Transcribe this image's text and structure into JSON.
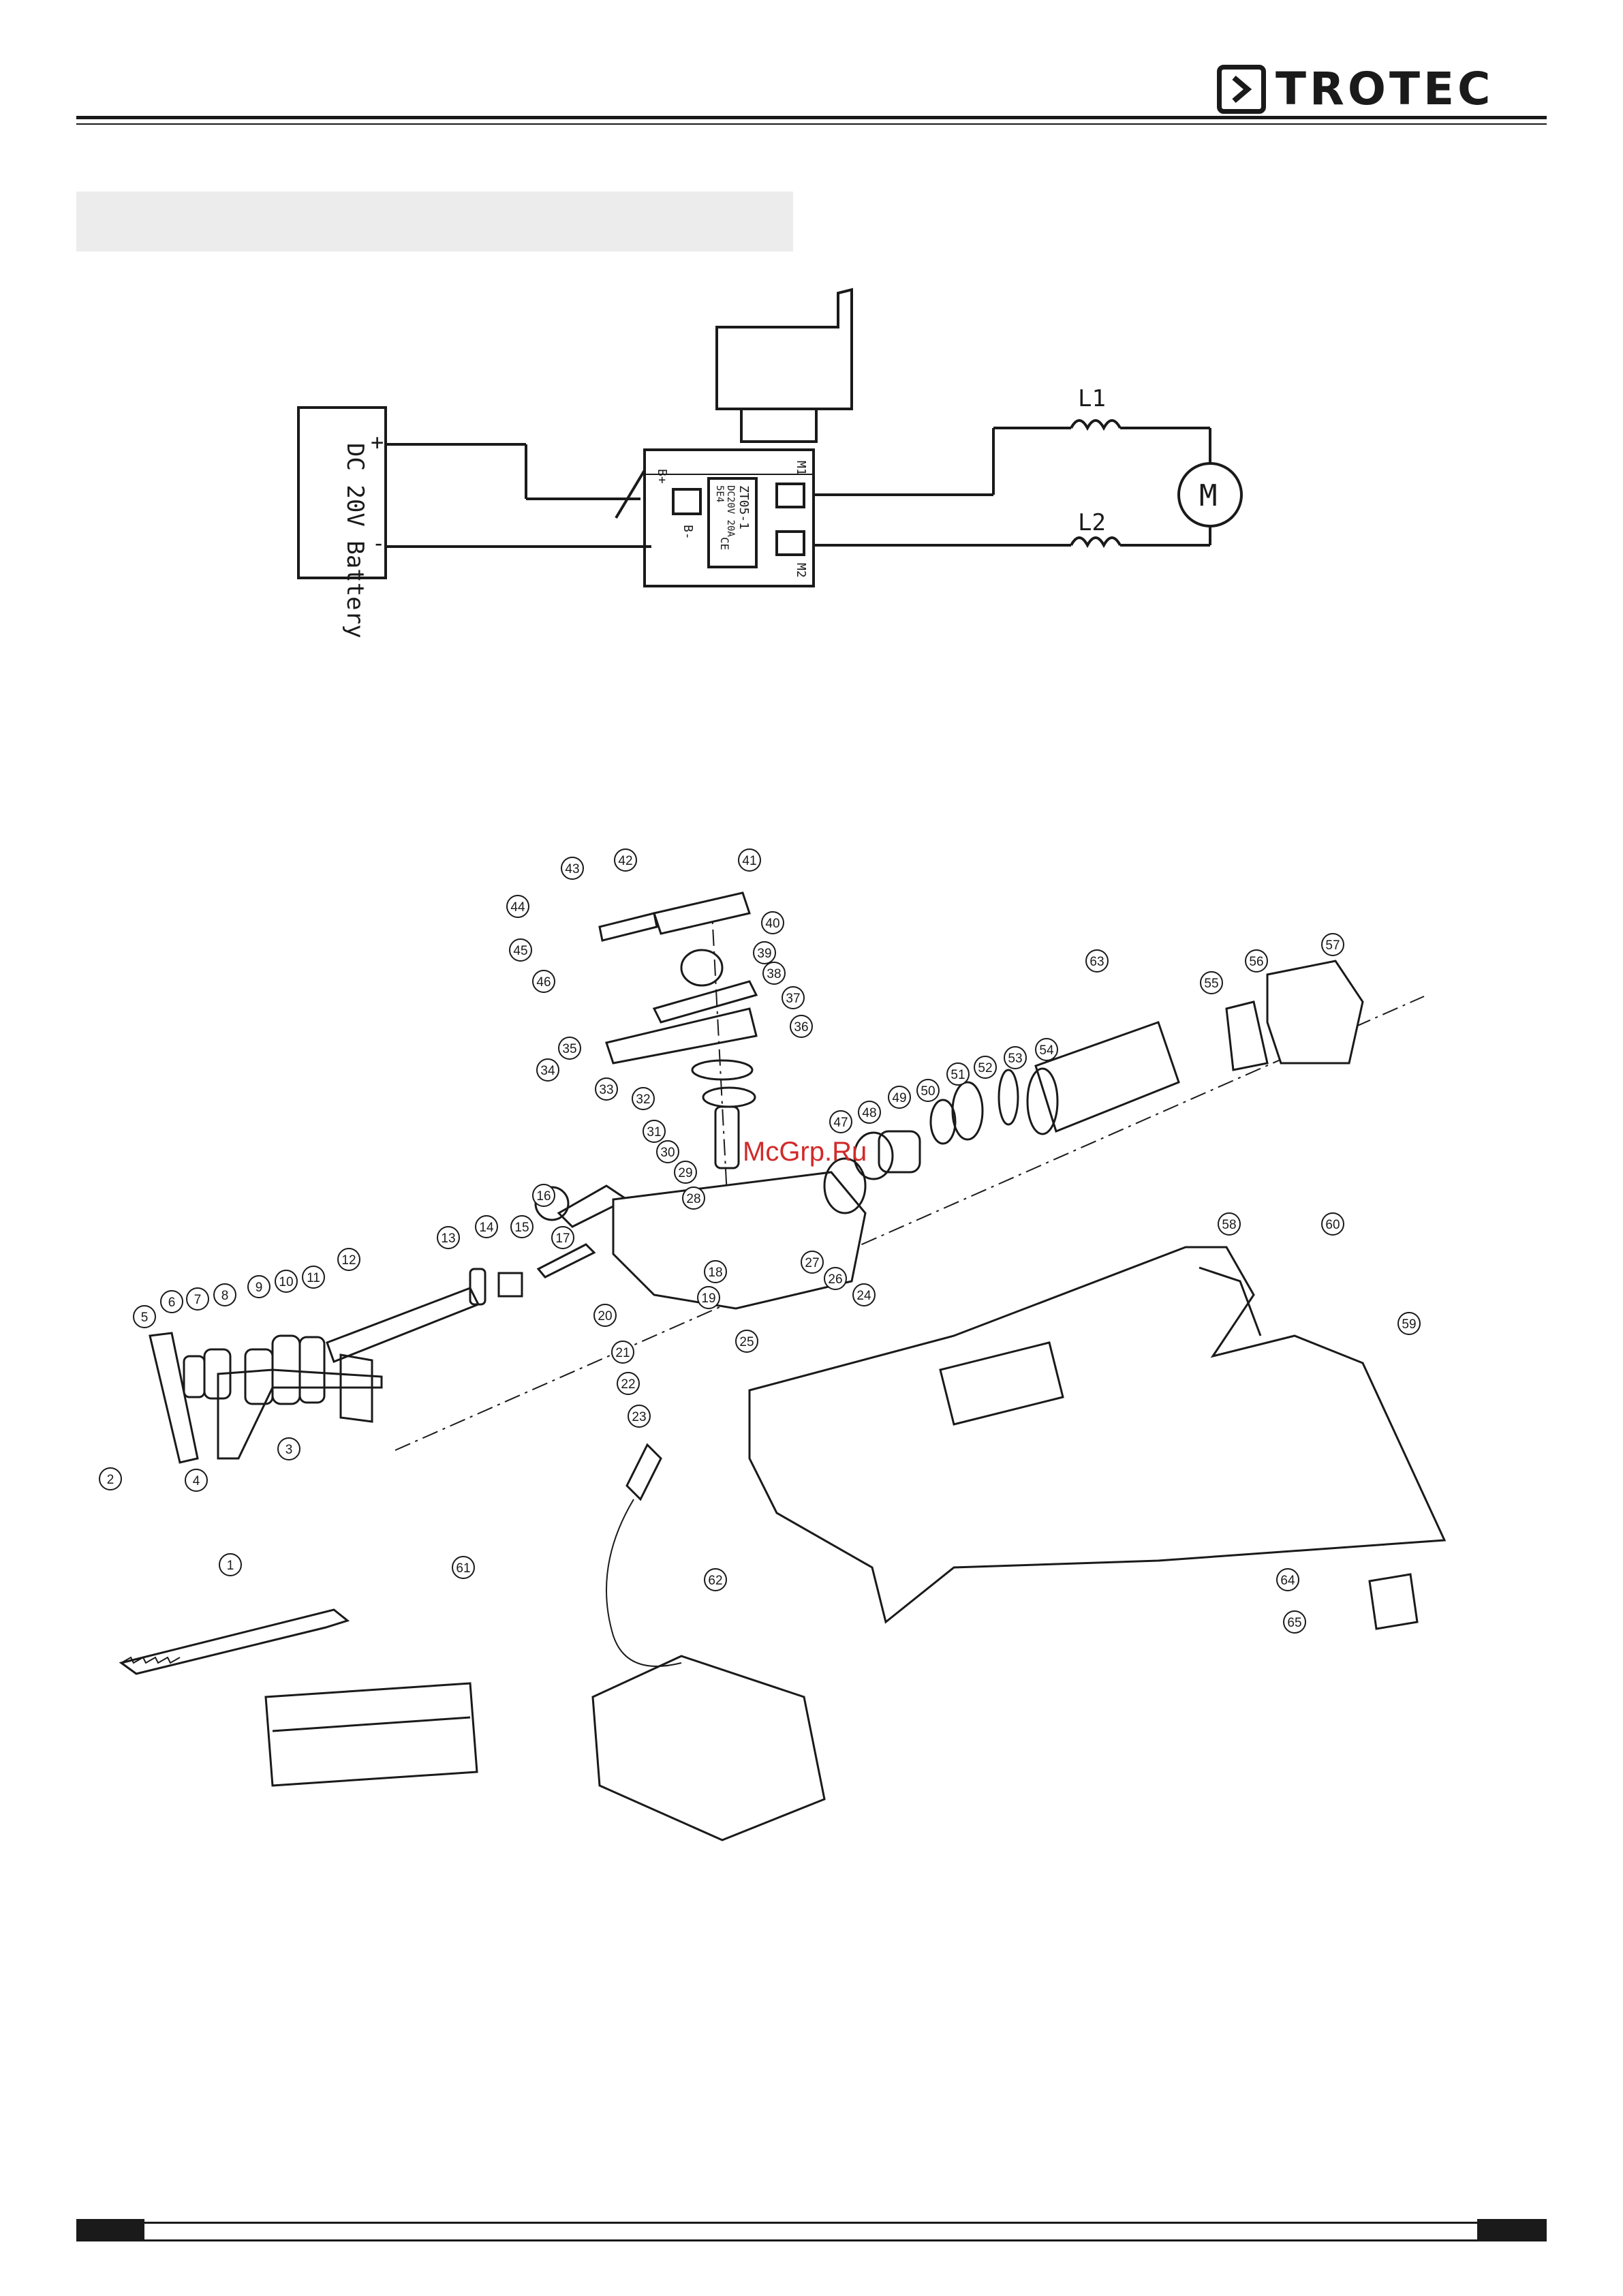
{
  "header": {
    "brand": "TROTEC"
  },
  "wiring": {
    "battery_label": "DC 20V Battery",
    "plus": "+",
    "minus": "-",
    "inductor1": "L1",
    "inductor2": "L2",
    "motor": "M",
    "switch_text": [
      "ZT05-1",
      "DC20V 20A",
      "5E4",
      "CE"
    ],
    "switch_b_plus": "B+",
    "switch_b_minus": "B-",
    "switch_m1": "M1",
    "switch_m2": "M2"
  },
  "watermark": "McGrp.Ru",
  "callouts": [
    "1",
    "2",
    "3",
    "4",
    "5",
    "6",
    "7",
    "8",
    "9",
    "10",
    "11",
    "12",
    "13",
    "14",
    "15",
    "16",
    "17",
    "18",
    "19",
    "20",
    "21",
    "22",
    "23",
    "24",
    "25",
    "26",
    "27",
    "28",
    "29",
    "30",
    "31",
    "32",
    "33",
    "34",
    "35",
    "36",
    "37",
    "38",
    "39",
    "40",
    "41",
    "42",
    "43",
    "44",
    "45",
    "46",
    "47",
    "48",
    "49",
    "50",
    "51",
    "52",
    "53",
    "54",
    "55",
    "56",
    "57",
    "58",
    "59",
    "60",
    "61",
    "62",
    "63",
    "64",
    "65"
  ]
}
